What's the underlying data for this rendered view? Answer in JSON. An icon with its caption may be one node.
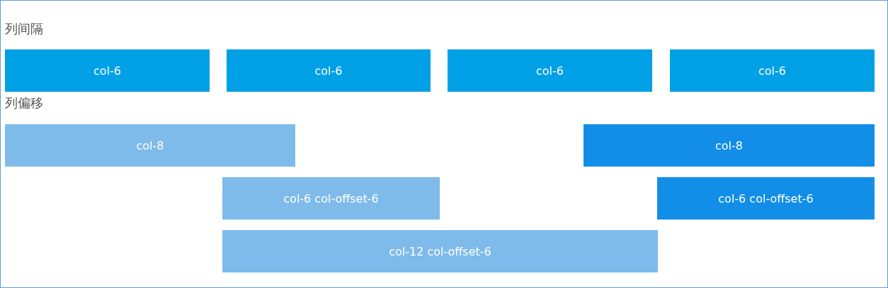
{
  "diagram": {
    "nodes": [
      {
        "text": [
          "col-6"
        ]
      },
      {
        "text": [
          "col-6"
        ]
      },
      {
        "text": [
          "col-6"
        ]
      },
      {
        "text": [
          "col-6"
        ]
      },
      {
        "text": [
          "col-8"
        ]
      },
      {
        "text": [
          "col-8"
        ]
      },
      {
        "text": [
          "col-6 col-offset-6"
        ]
      },
      {
        "text": [
          "col-6 col-offset-6"
        ]
      },
      {
        "text": [
          "col-12 col-offset-6"
        ]
      }
    ],
    "labels": [
      "列间隔",
      "列偏移"
    ]
  }
}
